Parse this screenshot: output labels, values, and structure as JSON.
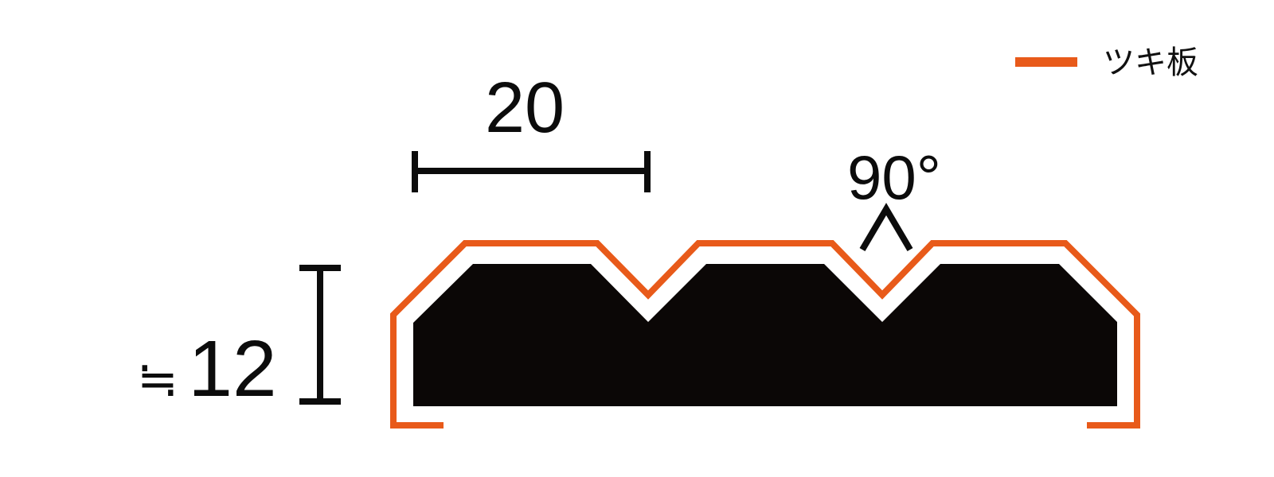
{
  "colors": {
    "veneer": "#E85A1A",
    "core": "#0B0706",
    "line": "#0C0C0C",
    "background": "#FFFFFF"
  },
  "legend": {
    "label": "ツキ板"
  },
  "dimensions": {
    "width": "20",
    "height_prefix": "≒",
    "height": "12",
    "angle": "90°"
  }
}
